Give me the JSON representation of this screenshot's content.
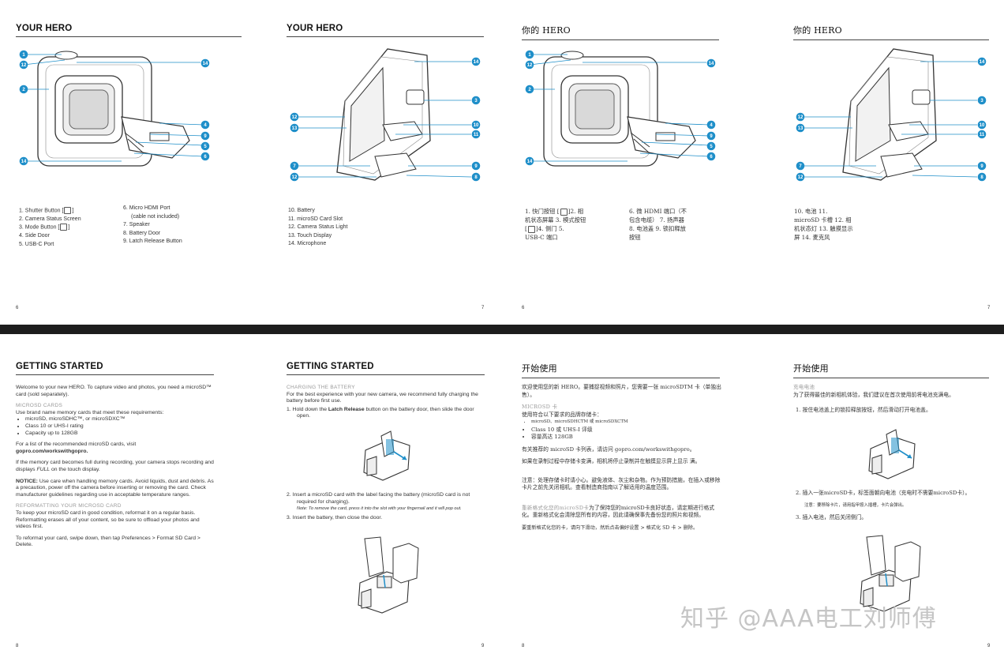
{
  "pages": {
    "p1": {
      "title": "YOUR HERO",
      "num": "6",
      "col1": [
        "1. Shutter Button [",
        "2. Camera Status Screen",
        "3. Mode Button [",
        "4. Side Door",
        "5. USB-C Port"
      ],
      "col2": [
        "6. Micro HDMI Port",
        "(cable not included)",
        "7. Speaker",
        "8. Battery Door",
        "9. Latch Release Button"
      ]
    },
    "p2": {
      "title": "YOUR HERO",
      "num": "7",
      "col1": [
        "10. Battery",
        "11. microSD Card Slot",
        "12. Camera Status Light",
        "13. Touch Display",
        "14. Microphone"
      ]
    },
    "p3": {
      "title": "你的 HERO",
      "num": "6",
      "col1": [
        "1. 快门按钮 [",
        "机状态屏幕 3. 模式按钮",
        "[",
        "USB-C 端口"
      ],
      "col1_suffix": [
        "]2. 相",
        "]4. 侧门 5."
      ],
      "col2": [
        "6. 微 HDMI 端口（不",
        "包含电缆） 7. 扬声器",
        "8. 电池盖 9. 锁扣释放",
        "按钮"
      ]
    },
    "p4": {
      "title": "你的 HERO",
      "num": "7",
      "col1": [
        "10. 电池 11.",
        "microSD 卡槽 12. 相",
        "机状态灯 13. 触摸显示",
        "屏 14. 麦克风"
      ]
    },
    "p5": {
      "title": "GETTING STARTED",
      "num": "8",
      "intro": "Welcome to your new HERO. To capture video and photos, you need a microSD™ card (sold separately).",
      "sub1": "MICROSD CARDS",
      "sub1_text": "Use brand name memory cards that meet these requirements:",
      "reqs": [
        "microSD, microSDHC™, or microSDXC™",
        "Class 10 or UHS-I rating",
        "Capacity up to 128GB"
      ],
      "list_text": "For a list of the recommended microSD cards, visit",
      "list_link": "gopro.com/workswithgopro.",
      "full_text1": "If the memory card becomes full during recording, your camera stops recording and displays",
      "full_word": "FULL",
      "full_text2": "on the touch display.",
      "notice_label": "NOTICE:",
      "notice_text": "Use care when handling memory cards. Avoid liquids, dust and debris. As a precaution, power off the camera before inserting or removing the card. Check manufacturer guidelines regarding use in acceptable temperature ranges.",
      "sub2": "REFORMATTING YOUR MICROSD CARD",
      "reformat_text": "To keep your microSD card in good condition, reformat it on a regular basis. Reformatting erases all of your content, so be sure to offload your photos and videos first.",
      "reformat_steps": "To reformat your card, swipe down, then tap Preferences > Format SD Card > Delete."
    },
    "p6": {
      "title": "GETTING STARTED",
      "num": "9",
      "sub": "CHARGING THE BATTERY",
      "intro": "For the best experience with your new camera, we recommend fully charging the battery before first use.",
      "step1a": "1.  Hold down the",
      "step1b": "Latch Release",
      "step1c": "button on the battery door, then slide the door open.",
      "step2": "2.  Insert a microSD card with the label facing the battery (microSD card is not required for charging).",
      "step2_note": "Note: To remove the card, press it into the slot with your fingernail and it will pop out.",
      "step3": "3.  Insert the battery, then close the door."
    },
    "p7": {
      "title": "开始使用",
      "num": "8",
      "intro": "欢迎使用您的新 HERO。要捕捉视频和照片，您需要一张 microSDTM 卡（单独出售）。",
      "sub1": "MICROSD 卡",
      "sub1_text": "使用符合以下要求的品牌存储卡：",
      "reqs": [
        "microSD、microSDHCTM 或 microSDXCTM",
        "Class 10 或 UHS-I 评级",
        "容量高达 128GB"
      ],
      "list_text": "有关推荐的 microSD 卡列表，请访问 gopro.com/workswithgopro。",
      "full_text": "如果在录制过程中存储卡变满，相机将停止录制并在触摸显示屏上显示 满。",
      "notice": "注意：处理存储卡时请小心。避免液体、灰尘和杂物。作为预防措施，在插入或移除卡片之前先关闭相机。查看制造商指南以了解适用的温度范围。",
      "sub2": "重新格式化您的microSD卡",
      "reformat_text": "为了保持您的microSD卡良好状态，请定期进行格式化。重新格式化会清除您所有的内容，因此请确保事先备份您的照片和视频。",
      "reformat_steps": "要重新格式化您的卡，请向下滑动，然后点击偏好设置 > 格式化 SD 卡 > 删除。"
    },
    "p8": {
      "title": "开始使用",
      "num": "9",
      "sub": "充电电池",
      "intro": "为了获得最佳的新相机体验，我们建议在首次使用前将电池充满电。",
      "step1": "1. 按住电池盖上的锁扣释放按钮，然后滑动打开电池盖。",
      "step2": "2. 插入一张microSD卡，标签面朝向电池（充电时不需要microSD卡）。",
      "step2_note": "注意：要移除卡片，请用指甲按入插槽，卡片会弹出。",
      "step3": "3. 插入电池，然后关闭侧门。"
    }
  },
  "callouts": {
    "front": [
      "1",
      "12",
      "2",
      "14",
      "4",
      "9",
      "5",
      "6",
      "14"
    ],
    "back": [
      "14",
      "3",
      "12",
      "13",
      "10",
      "11",
      "7",
      "9",
      "12",
      "8"
    ]
  },
  "watermark": "知乎 @AAA电工刘师傅",
  "colors": {
    "accent": "#1f8fc9",
    "band": "#1d1d1d"
  }
}
